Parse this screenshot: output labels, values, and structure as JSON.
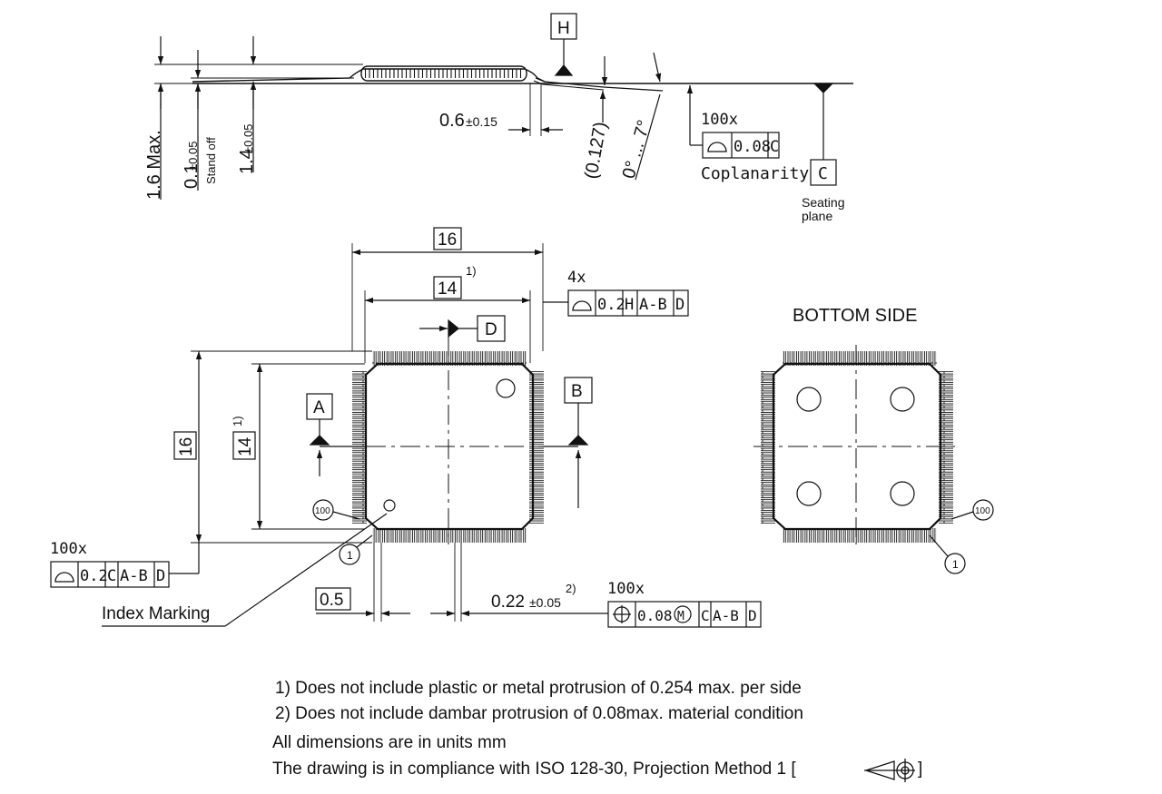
{
  "side": {
    "height_max": "1.6 Max.",
    "standoff_value": "0.1",
    "standoff_tol": "±0.05",
    "standoff_label": "Stand off",
    "body_value": "1.4",
    "body_tol": "±0.05",
    "lead_value": "0.6",
    "lead_tol": "±0.15",
    "lead_thickness": "(0.127)",
    "angle": "0° ... 7°",
    "datum_h": "H",
    "coplanarity_count": "100x",
    "coplanarity_value": "0.08",
    "coplanarity_datum": "C",
    "coplanarity_label": "Coplanarity",
    "datum_c": "C",
    "seating_line1": "Seating",
    "seating_line2": "plane"
  },
  "top": {
    "overall_width": "16",
    "body_width": "14",
    "body_width_note": "1)",
    "profile_count": "4x",
    "profile_value": "0.2",
    "profile_ref1": "H",
    "profile_ref2": "A-B",
    "profile_ref3": "D",
    "datum_d": "D",
    "datum_a": "A",
    "datum_b": "B",
    "overall_height": "16",
    "body_height": "14",
    "body_height_note": "1)",
    "pin_last": "100",
    "pin_first": "1",
    "profile2_count": "100x",
    "profile2_value": "0.2",
    "profile2_ref1": "C",
    "profile2_ref2": "A-B",
    "profile2_ref3": "D",
    "index_marking": "Index Marking",
    "pitch": "0.5",
    "lead_width_value": "0.22",
    "lead_width_tol": "±0.05",
    "lead_width_note": "2)",
    "position_count": "100x",
    "position_value": "0.08",
    "position_mod": "M",
    "position_ref1": "C",
    "position_ref2": "A-B",
    "position_ref3": "D"
  },
  "bottom": {
    "title": "BOTTOM SIDE",
    "pin_last": "100",
    "pin_first": "1"
  },
  "notes": {
    "note1": "1) Does not include plastic or metal protrusion of 0.254 max. per side",
    "note2": "2) Does not include dambar protrusion of 0.08max. material condition",
    "units": "All dimensions are in units mm",
    "compliance": "The drawing is in compliance with ISO 128-30, Projection Method 1 [",
    "compliance_end": "]"
  }
}
